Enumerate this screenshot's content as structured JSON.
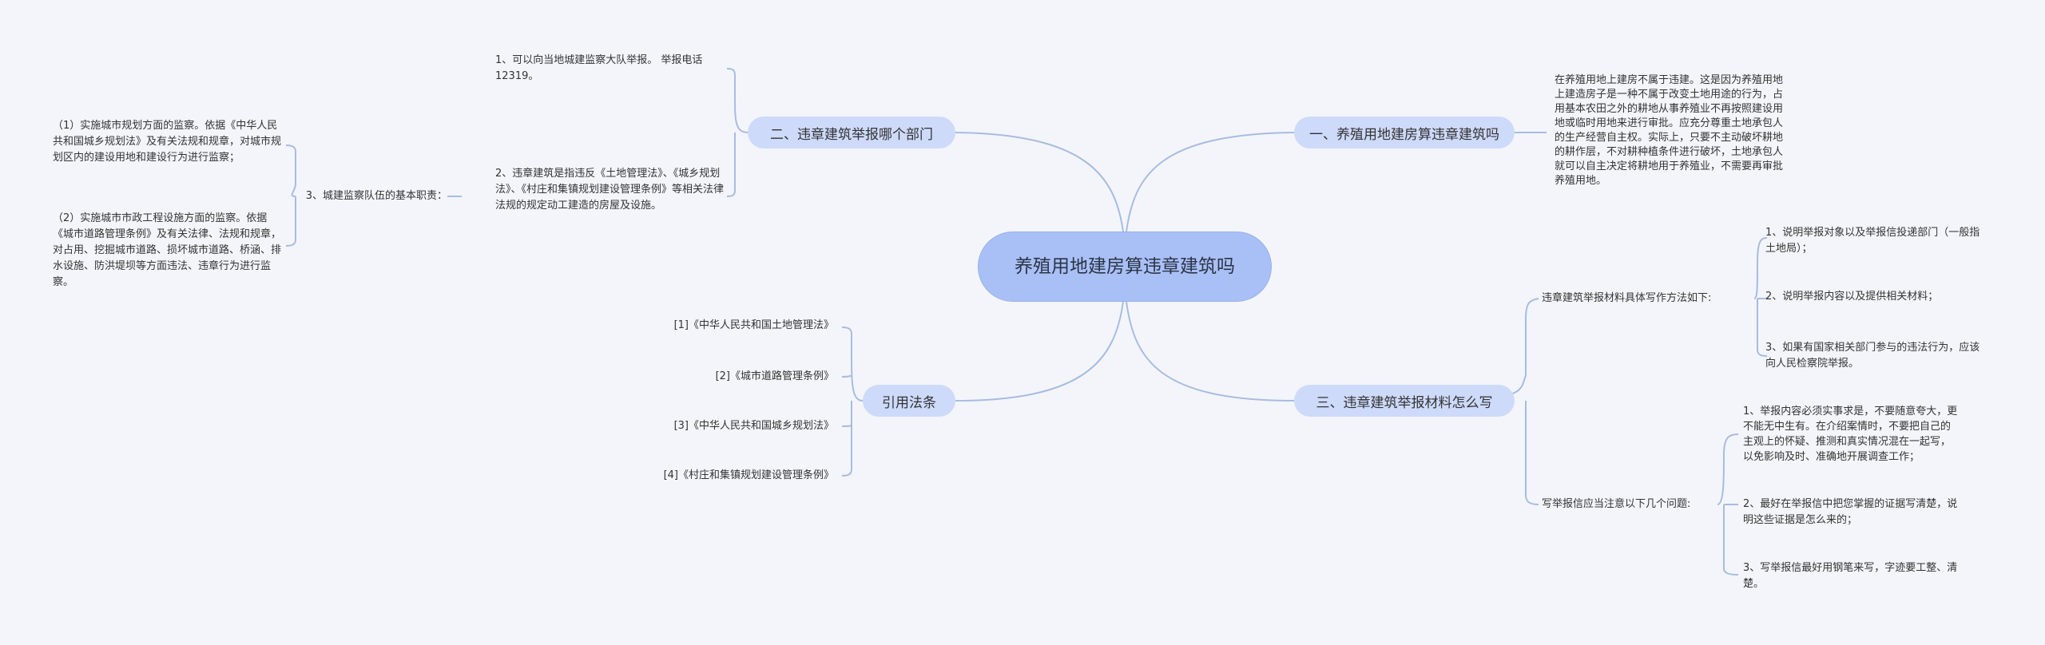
{
  "root": {
    "title": "养殖用地建房算违章建筑吗"
  },
  "branches": {
    "b1": {
      "label": "一、养殖用地建房算违章建筑吗",
      "text": "在养殖用地上建房不属于违建。这是因为养殖用地上建造房子是一种不属于改变土地用途的行为，占用基本农田之外的耕地从事养殖业不再按照建设用地或临时用地来进行审批。应充分尊重土地承包人的生产经营自主权。实际上，只要不主动破坏耕地的耕作层，不对耕种植条件进行破坏，土地承包人就可以自主决定将耕地用于养殖业，不需要再审批养殖用地。"
    },
    "b2": {
      "label": "二、违章建筑举报哪个部门",
      "items": [
        "1、可以向当地城建监察大队举报。 举报电话12319。",
        "2、违章建筑是指违反《土地管理法》、《城乡规划法》、《村庄和集镇规划建设管理条例》等相关法律法规的规定动工建造的房屋及设施。",
        "3、城建监察队伍的基本职责："
      ],
      "sub": [
        "（1）实施城市规划方面的监察。依据《中华人民共和国城乡规划法》及有关法规和规章，对城市规划区内的建设用地和建设行为进行监察；",
        "（2）实施城市市政工程设施方面的监察。依据《城市道路管理条例》及有关法律、法规和规章，对占用、挖掘城市道路、损坏城市道路、桥涵、排水设施、防洪堤坝等方面违法、违章行为进行监察。"
      ]
    },
    "b3": {
      "label": "三、违章建筑举报材料怎么写",
      "groups": [
        {
          "label": "违章建筑举报材料具体写作方法如下:",
          "items": [
            "1、说明举报对象以及举报信投递部门（一般指土地局）；",
            "2、说明举报内容以及提供相关材料；",
            "3、如果有国家相关部门参与的违法行为，应该向人民检察院举报。"
          ]
        },
        {
          "label": "写举报信应当注意以下几个问题:",
          "items": [
            "1、举报内容必须实事求是，不要随意夸大，更不能无中生有。在介绍案情时，不要把自己的主观上的怀疑、推测和真实情况混在一起写，以免影响及时、准确地开展调查工作；",
            "2、最好在举报信中把您掌握的证据写清楚，说明这些证据是怎么来的；",
            "3、写举报信最好用钢笔来写，字迹要工整、清楚。"
          ]
        }
      ]
    },
    "b4": {
      "label": "引用法条",
      "items": [
        "[1]《中华人民共和国土地管理法》",
        "[2]《城市道路管理条例》",
        "[3]《中华人民共和国城乡规划法》",
        "[4]《村庄和集镇规划建设管理条例》"
      ]
    }
  },
  "colors": {
    "line": "#a7bce3",
    "root": "#a9c0f7",
    "branch": "#cddafa",
    "background": "#f3f5fb"
  }
}
